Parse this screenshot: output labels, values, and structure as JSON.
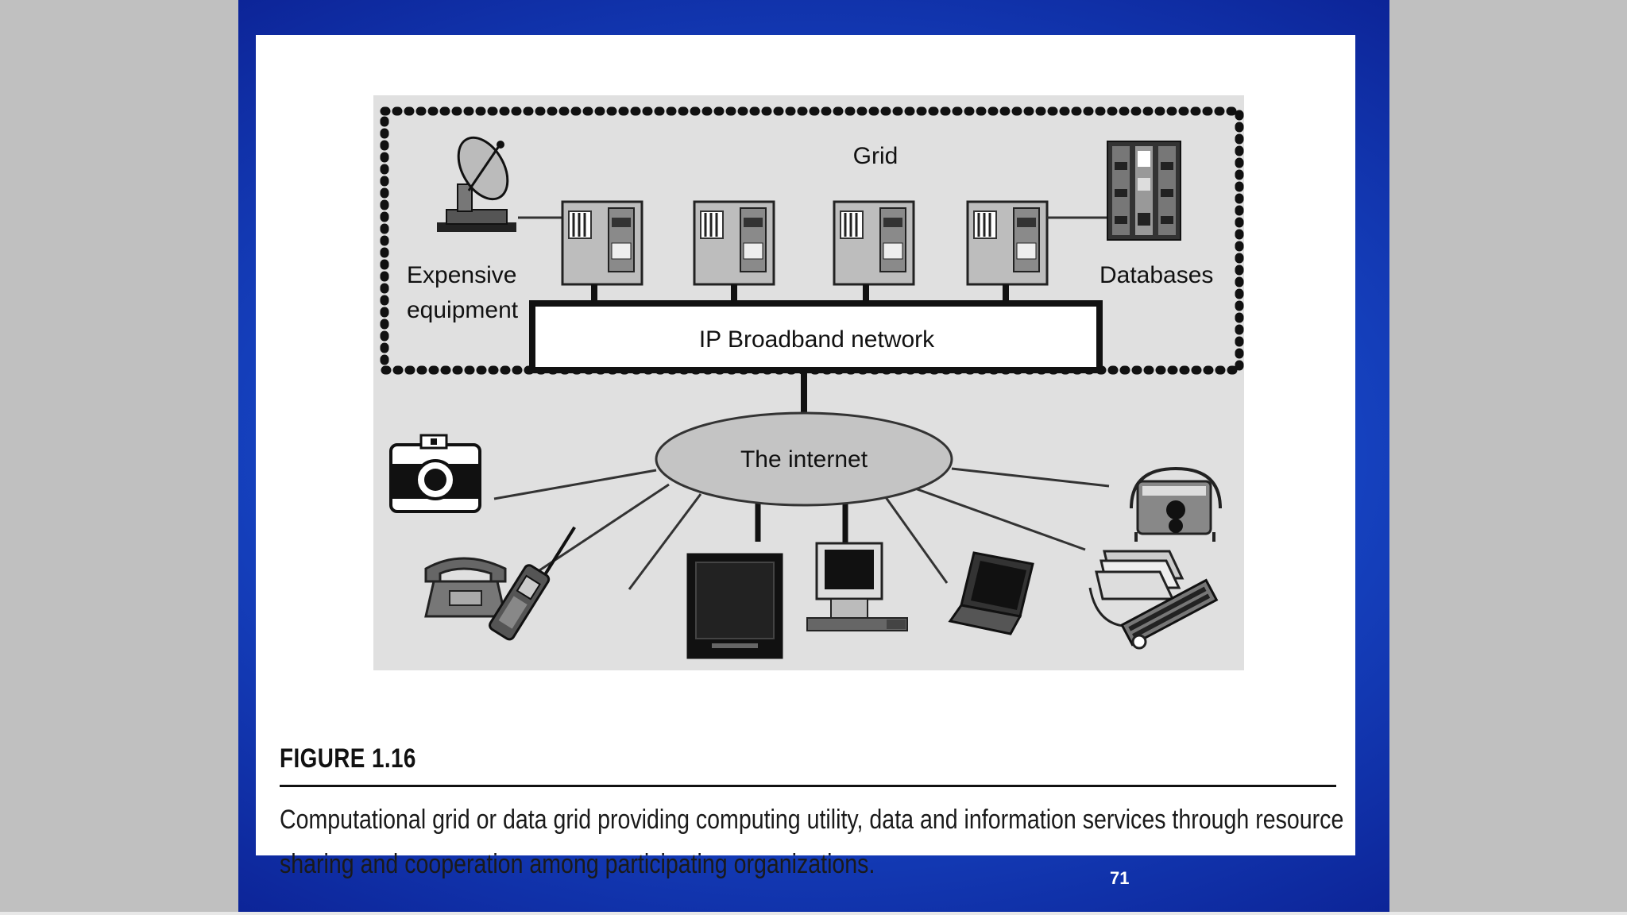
{
  "slide": {
    "number": "71"
  },
  "figure": {
    "label": "FIGURE 1.16",
    "caption_line1": "Computational grid or data grid providing computing utility, data and information services through resource",
    "caption_line2": "sharing and cooperation among participating organizations."
  },
  "diagram": {
    "grid_label": "Grid",
    "equipment_label_line1": "Expensive",
    "equipment_label_line2": "equipment",
    "databases_label": "Databases",
    "network_label": "IP Broadband network",
    "internet_label": "The internet"
  },
  "colors": {
    "slide_blue": "#1747c6",
    "diagram_background": "#e0e0e0"
  }
}
